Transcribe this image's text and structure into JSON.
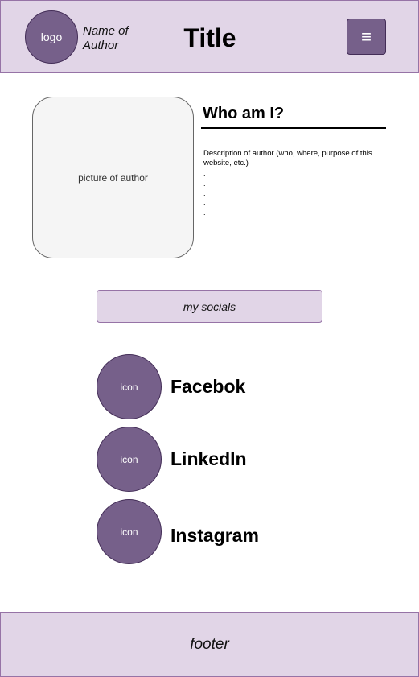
{
  "header": {
    "logo_label": "logo",
    "author_name": "Name of Author",
    "title": "Title",
    "menu_glyph": "≡",
    "menu_icon": "hamburger-menu-icon"
  },
  "about": {
    "picture_label": "picture of author",
    "heading": "Who am I?",
    "description": "Description of author (who, where, purpose of this website, etc.)",
    "dots": [
      ".",
      ".",
      ".",
      ".",
      "."
    ]
  },
  "socials": {
    "label": "my socials",
    "items": [
      {
        "icon_label": "icon",
        "name": "Facebok"
      },
      {
        "icon_label": "icon",
        "name": "LinkedIn"
      },
      {
        "icon_label": "icon",
        "name": "Instagram"
      }
    ]
  },
  "footer": {
    "label": "footer"
  },
  "colors": {
    "header_bg": "#e1d5e7",
    "accent": "#76608a",
    "accent_border": "#432d57",
    "picture_bg": "#f5f5f5"
  }
}
